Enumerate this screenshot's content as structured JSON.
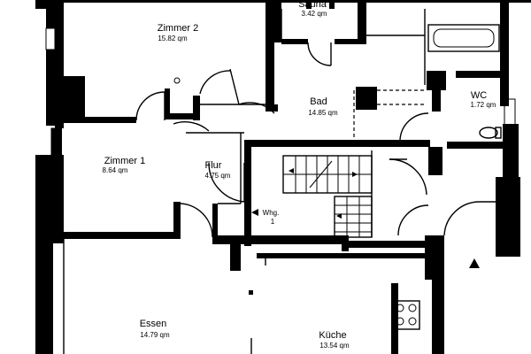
{
  "rooms": {
    "zimmer2": {
      "name": "Zimmer 2",
      "area": "15.82 qm"
    },
    "sauna": {
      "name": "Sauna",
      "area": "3.42 qm"
    },
    "bad": {
      "name": "Bad",
      "area": "14.85 qm"
    },
    "wc": {
      "name": "WC",
      "area": "1.72 qm"
    },
    "zimmer1": {
      "name": "Zimmer 1",
      "area": "8.64 qm"
    },
    "flur": {
      "name": "Flur",
      "area": "4.75 qm"
    },
    "essen": {
      "name": "Essen",
      "area": "14.79 qm"
    },
    "kueche": {
      "name": "Küche",
      "area": "13.54 qm"
    }
  },
  "apartment_marker": {
    "line1": "Whg.",
    "line2": "1"
  }
}
